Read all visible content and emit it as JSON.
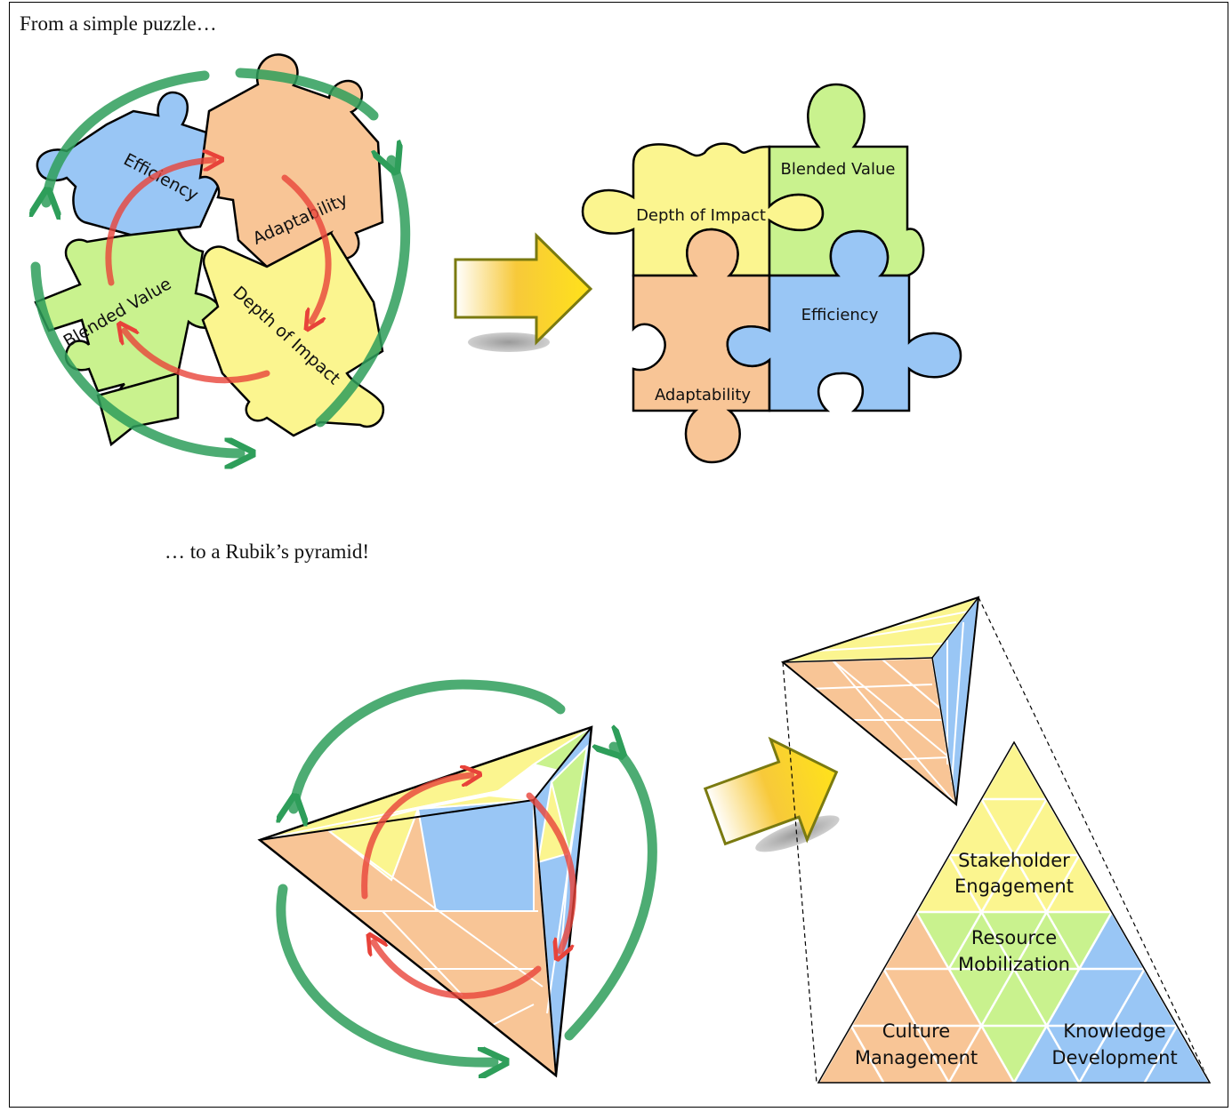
{
  "heading_top": "From a simple puzzle…",
  "heading_bottom": "… to a Rubik’s pyramid!",
  "puzzle_scrambled": {
    "pieces": [
      {
        "label": "Efficiency",
        "color": "#99c6f5"
      },
      {
        "label": "Adaptability",
        "color": "#f8c596"
      },
      {
        "label": "Blended Value",
        "color": "#c9f28e"
      },
      {
        "label": "Depth of Impact",
        "color": "#fbf58f"
      }
    ]
  },
  "puzzle_solved": {
    "pieces": [
      {
        "label": "Depth of Impact",
        "color": "#fbf58f"
      },
      {
        "label": "Blended Value",
        "color": "#c9f28e"
      },
      {
        "label": "Adaptability",
        "color": "#f8c596"
      },
      {
        "label": "Efficiency",
        "color": "#99c6f5"
      }
    ]
  },
  "pyramid": {
    "faces": [
      {
        "label_line1": "Stakeholder",
        "label_line2": "Engagement",
        "color": "#fbf58f"
      },
      {
        "label_line1": "Resource",
        "label_line2": "Mobilization",
        "color": "#c9f28e"
      },
      {
        "label_line1": "Culture",
        "label_line2": "Management",
        "color": "#f8c596"
      },
      {
        "label_line1": "Knowledge",
        "label_line2": "Development",
        "color": "#99c6f5"
      }
    ]
  },
  "colors": {
    "rotation_arrow_outer": "#2e9e5a",
    "rotation_arrow_inner": "#e8433a",
    "transform_arrow": "#f2c200",
    "outline": "#000000"
  }
}
